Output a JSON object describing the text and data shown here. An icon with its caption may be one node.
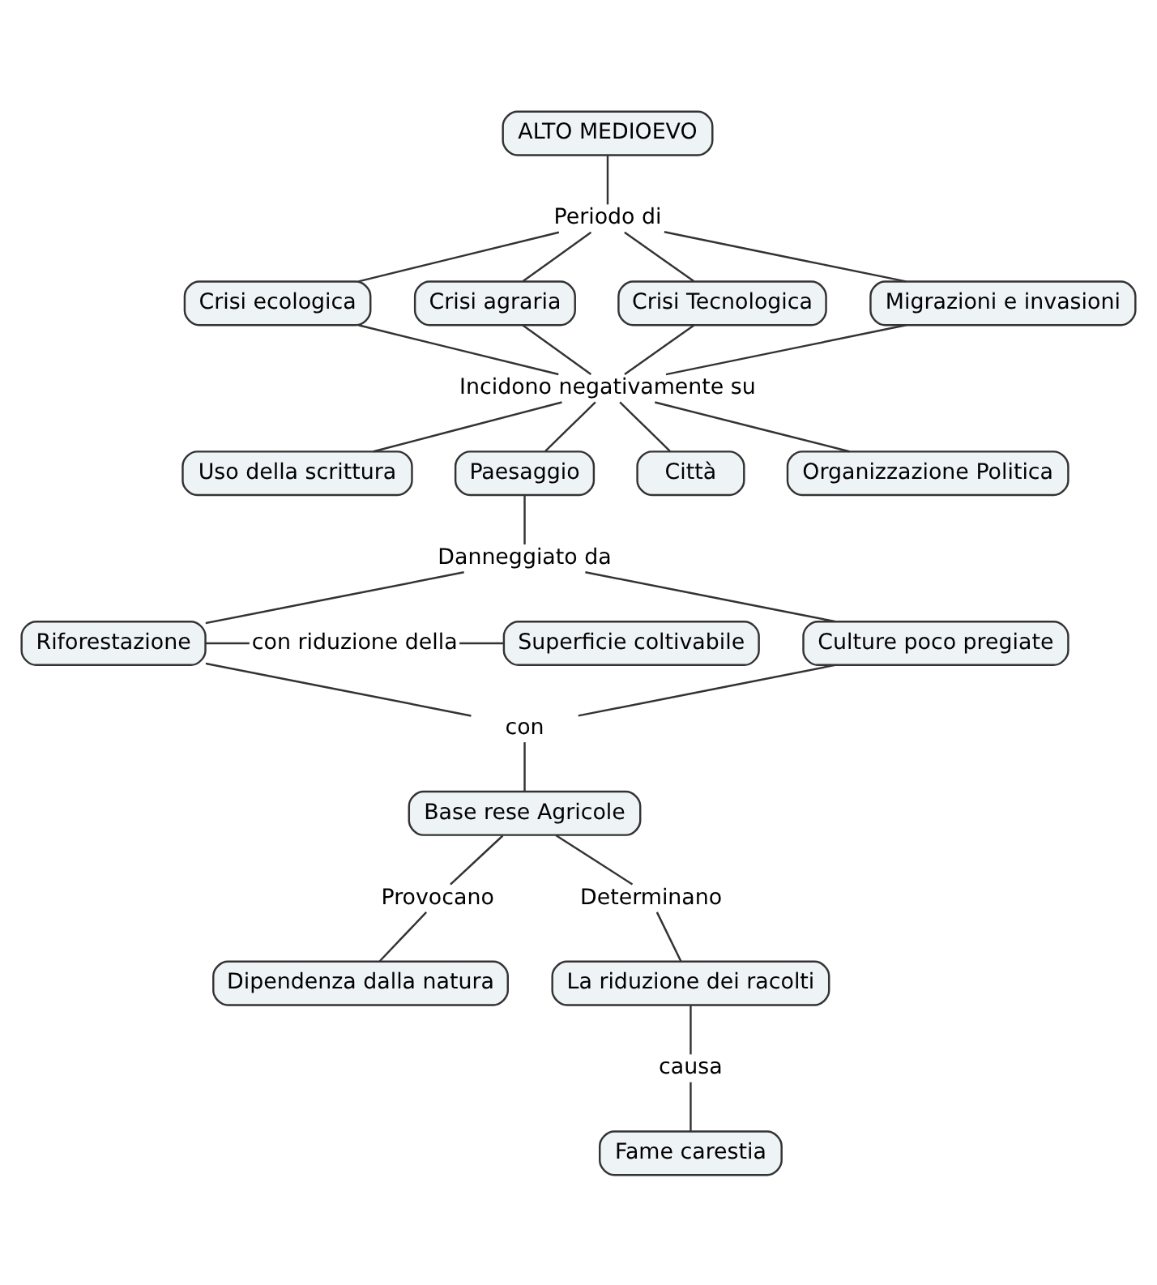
{
  "diagram": {
    "nodes": [
      {
        "text": [
          "ALTO MEDIOEVO"
        ]
      },
      {
        "text": [
          "Periodo di"
        ]
      },
      {
        "text": [
          "Crisi ecologica"
        ]
      },
      {
        "text": [
          "Crisi agraria"
        ]
      },
      {
        "text": [
          "Crisi Tecnologica"
        ]
      },
      {
        "text": [
          "Migrazioni e invasioni"
        ]
      },
      {
        "text": [
          "Incidono negativamente su"
        ]
      },
      {
        "text": [
          "Uso della scrittura"
        ]
      },
      {
        "text": [
          "Paesaggio"
        ]
      },
      {
        "text": [
          "Città"
        ]
      },
      {
        "text": [
          "Organizzazione Politica"
        ]
      },
      {
        "text": [
          "Danneggiato da"
        ]
      },
      {
        "text": [
          "Riforestazione"
        ]
      },
      {
        "text": [
          "con riduzione della"
        ]
      },
      {
        "text": [
          "Superficie coltivabile"
        ]
      },
      {
        "text": [
          "Culture poco pregiate"
        ]
      },
      {
        "text": [
          "con"
        ]
      },
      {
        "text": [
          "Base rese Agricole"
        ]
      },
      {
        "text": [
          "Provocano"
        ]
      },
      {
        "text": [
          "Determinano"
        ]
      },
      {
        "text": [
          "La riduzione dei racolti"
        ]
      },
      {
        "text": [
          "causa"
        ]
      },
      {
        "text": [
          "Dipendenza dalla natura"
        ]
      },
      {
        "text": [
          "Fame carestia"
        ]
      }
    ],
    "edges": [
      {
        "from": 0,
        "to": 1,
        "arrow": "none"
      },
      {
        "from": 1,
        "to": 2,
        "arrow": "none"
      },
      {
        "from": 1,
        "to": 3,
        "arrow": "none"
      },
      {
        "from": 1,
        "to": 4,
        "arrow": "none"
      },
      {
        "from": 1,
        "to": 5,
        "arrow": "none"
      },
      {
        "from": 2,
        "to": 6,
        "arrow": "none"
      },
      {
        "from": 3,
        "to": 6,
        "arrow": "none"
      },
      {
        "from": 4,
        "to": 6,
        "arrow": "none"
      },
      {
        "from": 5,
        "to": 6,
        "arrow": "none"
      },
      {
        "from": 6,
        "to": 7,
        "arrow": "none"
      },
      {
        "from": 6,
        "to": 8,
        "arrow": "none"
      },
      {
        "from": 6,
        "to": 9,
        "arrow": "none"
      },
      {
        "from": 6,
        "to": 10,
        "arrow": "none"
      },
      {
        "from": 8,
        "to": 11,
        "arrow": "none"
      },
      {
        "from": 11,
        "to": 12,
        "arrow": "none"
      },
      {
        "from": 11,
        "to": 15,
        "arrow": "none"
      },
      {
        "from": 12,
        "to": 13,
        "arrow": "none"
      },
      {
        "from": 13,
        "to": 14,
        "arrow": "none"
      },
      {
        "from": 12,
        "to": 16,
        "arrow": "none"
      },
      {
        "from": 15,
        "to": 16,
        "arrow": "none"
      },
      {
        "from": 16,
        "to": 17,
        "arrow": "none"
      },
      {
        "from": 17,
        "to": 18,
        "arrow": "none"
      },
      {
        "from": 18,
        "to": 22,
        "arrow": "none"
      },
      {
        "from": 17,
        "to": 19,
        "arrow": "none"
      },
      {
        "from": 19,
        "to": 20,
        "arrow": "none"
      },
      {
        "from": 20,
        "to": 21,
        "arrow": "none"
      },
      {
        "from": 21,
        "to": 23,
        "arrow": "none"
      }
    ]
  }
}
